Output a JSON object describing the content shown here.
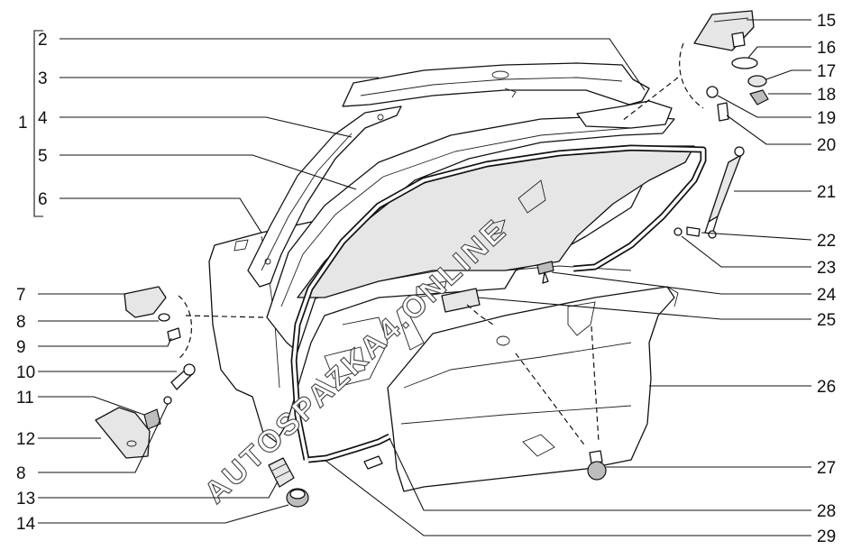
{
  "watermark": "AUTOSPAZKA4.ONLINE",
  "group_label": "1",
  "callouts": {
    "c2": "2",
    "c3": "3",
    "c4": "4",
    "c5": "5",
    "c6": "6",
    "c7": "7",
    "c8a": "8",
    "c9": "9",
    "c10": "10",
    "c11": "11",
    "c12": "12",
    "c8b": "8",
    "c13": "13",
    "c14": "14",
    "c15": "15",
    "c16": "16",
    "c17": "17",
    "c18": "18",
    "c19": "19",
    "c20": "20",
    "c21": "21",
    "c22": "22",
    "c23": "23",
    "c24": "24",
    "c25": "25",
    "c26": "26",
    "c27": "27",
    "c28": "28",
    "c29": "29"
  }
}
